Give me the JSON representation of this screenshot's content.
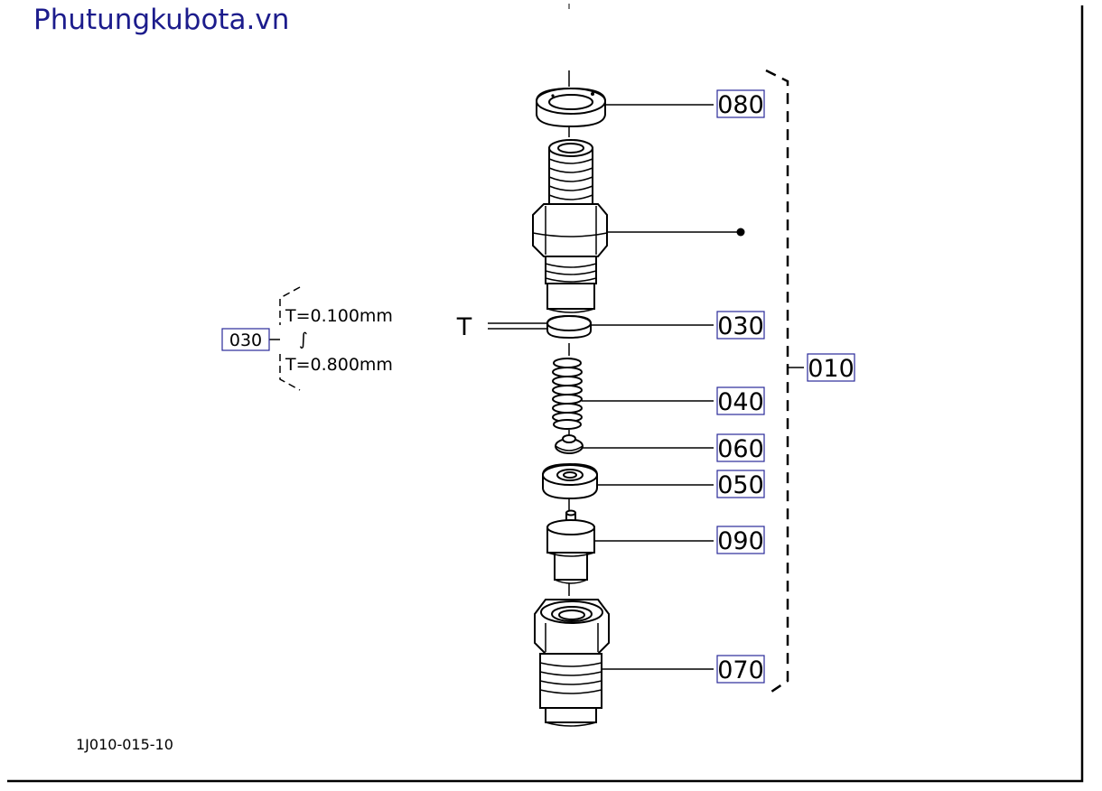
{
  "watermark": "Phutungkubota.vn",
  "drawing_code": "1J010-015-10",
  "callouts": {
    "c080": "080",
    "c030": "030",
    "c040": "040",
    "c060": "060",
    "c050": "050",
    "c090": "090",
    "c070": "070",
    "c010": "010",
    "c030_detail": "030"
  },
  "thickness": {
    "min": "T=0.100mm",
    "range_symbol": "∫",
    "max": "T=0.800mm"
  },
  "shim_label": "T",
  "colors": {
    "callout_box": "#2a2a9a",
    "watermark": "#1c1c8c"
  }
}
